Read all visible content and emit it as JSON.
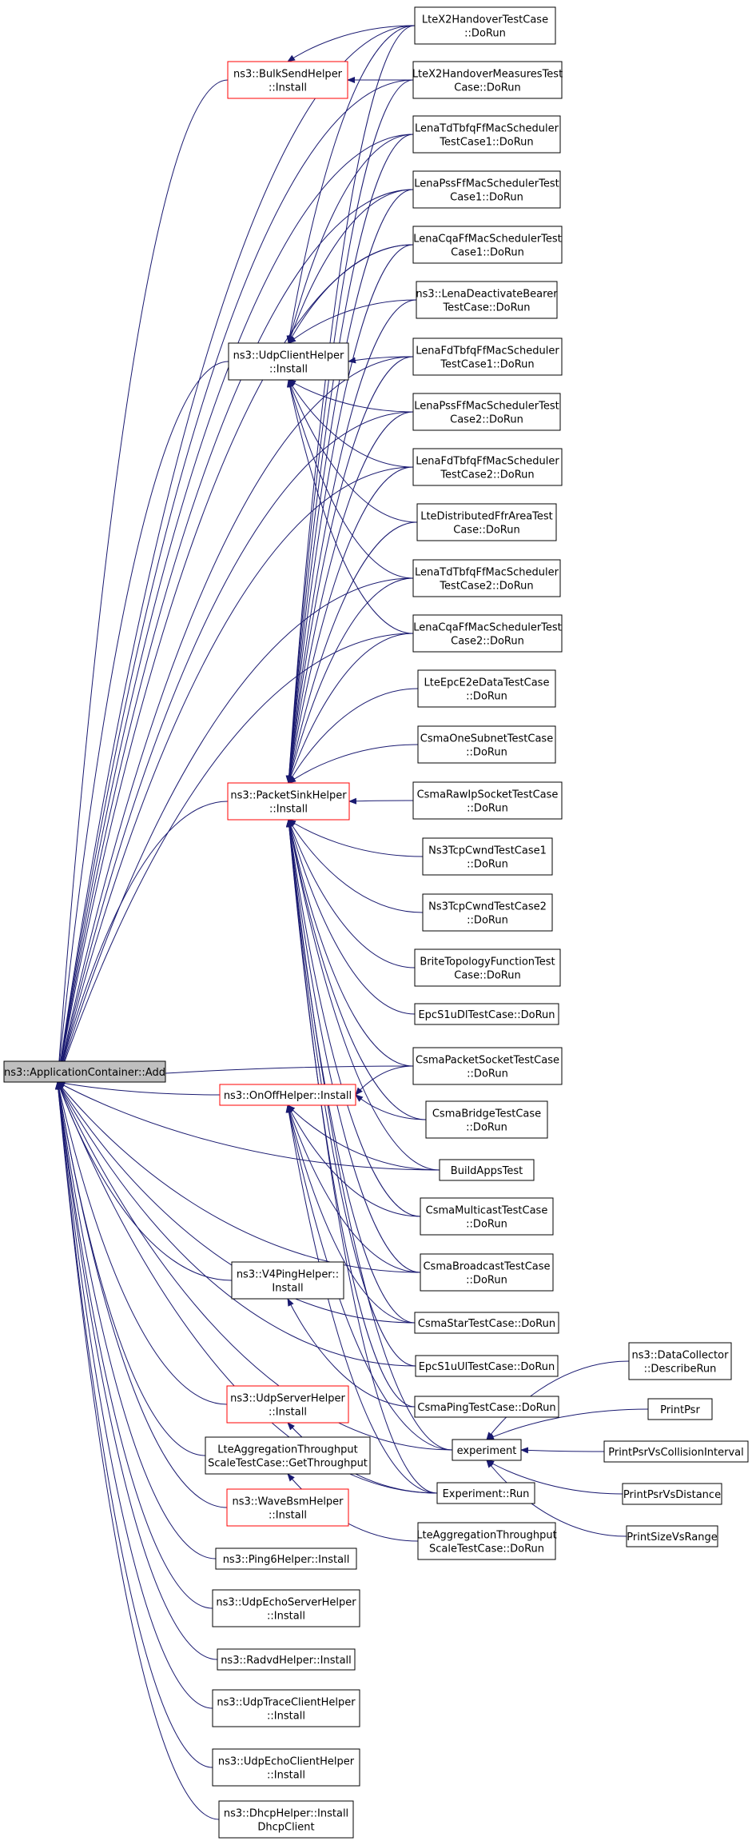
{
  "nodes": [
    {
      "id": "root",
      "lines": [
        "ns3::ApplicationContainer::Add"
      ],
      "style": "root"
    },
    {
      "id": "bulksend",
      "lines": [
        "ns3::BulkSendHelper",
        "::Install"
      ],
      "style": "red"
    },
    {
      "id": "udpclient",
      "lines": [
        "ns3::UdpClientHelper",
        "::Install"
      ],
      "style": "normal"
    },
    {
      "id": "packetsink",
      "lines": [
        "ns3::PacketSinkHelper",
        "::Install"
      ],
      "style": "red"
    },
    {
      "id": "onoff",
      "lines": [
        "ns3::OnOffHelper::Install"
      ],
      "style": "red"
    },
    {
      "id": "v4ping",
      "lines": [
        "ns3::V4PingHelper::",
        "Install"
      ],
      "style": "normal"
    },
    {
      "id": "udpserver",
      "lines": [
        "ns3::UdpServerHelper",
        "::Install"
      ],
      "style": "red"
    },
    {
      "id": "lteaggget",
      "lines": [
        "LteAggregationThroughput",
        "ScaleTestCase::GetThroughput"
      ],
      "style": "normal"
    },
    {
      "id": "wavebsm",
      "lines": [
        "ns3::WaveBsmHelper",
        "::Install"
      ],
      "style": "red"
    },
    {
      "id": "ping6",
      "lines": [
        "ns3::Ping6Helper::Install"
      ],
      "style": "normal"
    },
    {
      "id": "udpechoserver",
      "lines": [
        "ns3::UdpEchoServerHelper",
        "::Install"
      ],
      "style": "normal"
    },
    {
      "id": "radvd",
      "lines": [
        "ns3::RadvdHelper::Install"
      ],
      "style": "normal"
    },
    {
      "id": "udptrace",
      "lines": [
        "ns3::UdpTraceClientHelper",
        "::Install"
      ],
      "style": "normal"
    },
    {
      "id": "udpechoclient",
      "lines": [
        "ns3::UdpEchoClientHelper",
        "::Install"
      ],
      "style": "normal"
    },
    {
      "id": "dhcp",
      "lines": [
        "ns3::DhcpHelper::Install",
        "DhcpClient"
      ],
      "style": "normal"
    },
    {
      "id": "ltex2ho",
      "lines": [
        "LteX2HandoverTestCase",
        "::DoRun"
      ],
      "style": "normal"
    },
    {
      "id": "ltex2hom",
      "lines": [
        "LteX2HandoverMeasuresTest",
        "Case::DoRun"
      ],
      "style": "normal"
    },
    {
      "id": "lenatdtbfq1",
      "lines": [
        "LenaTdTbfqFfMacScheduler",
        "TestCase1::DoRun"
      ],
      "style": "normal"
    },
    {
      "id": "lenapss1",
      "lines": [
        "LenaPssFfMacSchedulerTest",
        "Case1::DoRun"
      ],
      "style": "normal"
    },
    {
      "id": "lenacqa1",
      "lines": [
        "LenaCqaFfMacSchedulerTest",
        "Case1::DoRun"
      ],
      "style": "normal"
    },
    {
      "id": "lenadeact",
      "lines": [
        "ns3::LenaDeactivateBearer",
        "TestCase::DoRun"
      ],
      "style": "normal"
    },
    {
      "id": "lenafdtbfq1",
      "lines": [
        "LenaFdTbfqFfMacScheduler",
        "TestCase1::DoRun"
      ],
      "style": "normal"
    },
    {
      "id": "lenapss2",
      "lines": [
        "LenaPssFfMacSchedulerTest",
        "Case2::DoRun"
      ],
      "style": "normal"
    },
    {
      "id": "lenafdtbfq2",
      "lines": [
        "LenaFdTbfqFfMacScheduler",
        "TestCase2::DoRun"
      ],
      "style": "normal"
    },
    {
      "id": "ltedistffr",
      "lines": [
        "LteDistributedFfrAreaTest",
        "Case::DoRun"
      ],
      "style": "normal"
    },
    {
      "id": "lenatdtbfq2",
      "lines": [
        "LenaTdTbfqFfMacScheduler",
        "TestCase2::DoRun"
      ],
      "style": "normal"
    },
    {
      "id": "lenacqa2",
      "lines": [
        "LenaCqaFfMacSchedulerTest",
        "Case2::DoRun"
      ],
      "style": "normal"
    },
    {
      "id": "lteepce2e",
      "lines": [
        "LteEpcE2eDataTestCase",
        "::DoRun"
      ],
      "style": "normal"
    },
    {
      "id": "csmaonesubnet",
      "lines": [
        "CsmaOneSubnetTestCase",
        "::DoRun"
      ],
      "style": "normal"
    },
    {
      "id": "csmarawip",
      "lines": [
        "CsmaRawIpSocketTestCase",
        "::DoRun"
      ],
      "style": "normal"
    },
    {
      "id": "ns3tcpcwnd1",
      "lines": [
        "Ns3TcpCwndTestCase1",
        "::DoRun"
      ],
      "style": "normal"
    },
    {
      "id": "ns3tcpcwnd2",
      "lines": [
        "Ns3TcpCwndTestCase2",
        "::DoRun"
      ],
      "style": "normal"
    },
    {
      "id": "britetopo",
      "lines": [
        "BriteTopologyFunctionTest",
        "Case::DoRun"
      ],
      "style": "normal"
    },
    {
      "id": "epcs1udl",
      "lines": [
        "EpcS1uDlTestCase::DoRun"
      ],
      "style": "normal"
    },
    {
      "id": "csmapacketsocket",
      "lines": [
        "CsmaPacketSocketTestCase",
        "::DoRun"
      ],
      "style": "normal"
    },
    {
      "id": "csmabridge",
      "lines": [
        "CsmaBridgeTestCase",
        "::DoRun"
      ],
      "style": "normal"
    },
    {
      "id": "buildapps",
      "lines": [
        "BuildAppsTest"
      ],
      "style": "normal"
    },
    {
      "id": "csmamulticast",
      "lines": [
        "CsmaMulticastTestCase",
        "::DoRun"
      ],
      "style": "normal"
    },
    {
      "id": "csmabroadcast",
      "lines": [
        "CsmaBroadcastTestCase",
        "::DoRun"
      ],
      "style": "normal"
    },
    {
      "id": "csmastar",
      "lines": [
        "CsmaStarTestCase::DoRun"
      ],
      "style": "normal"
    },
    {
      "id": "epcs1uul",
      "lines": [
        "EpcS1uUlTestCase::DoRun"
      ],
      "style": "normal"
    },
    {
      "id": "csmaping",
      "lines": [
        "CsmaPingTestCase::DoRun"
      ],
      "style": "normal"
    },
    {
      "id": "experiment",
      "lines": [
        "experiment"
      ],
      "style": "normal"
    },
    {
      "id": "experimentrun",
      "lines": [
        "Experiment::Run"
      ],
      "style": "normal"
    },
    {
      "id": "lteaggdorun",
      "lines": [
        "LteAggregationThroughput",
        "ScaleTestCase::DoRun"
      ],
      "style": "normal"
    },
    {
      "id": "datacollector",
      "lines": [
        "ns3::DataCollector",
        "::DescribeRun"
      ],
      "style": "normal"
    },
    {
      "id": "printpsr",
      "lines": [
        "PrintPsr"
      ],
      "style": "normal"
    },
    {
      "id": "printpsrvscoll",
      "lines": [
        "PrintPsrVsCollisionInterval"
      ],
      "style": "normal"
    },
    {
      "id": "printpsrvsdist",
      "lines": [
        "PrintPsrVsDistance"
      ],
      "style": "normal"
    },
    {
      "id": "printsizevsrange",
      "lines": [
        "PrintSizeVsRange"
      ],
      "style": "normal"
    }
  ],
  "edges": [
    [
      "bulksend",
      "root"
    ],
    [
      "udpclient",
      "root"
    ],
    [
      "packetsink",
      "root"
    ],
    [
      "onoff",
      "root"
    ],
    [
      "v4ping",
      "root"
    ],
    [
      "udpserver",
      "root"
    ],
    [
      "lteaggget",
      "root"
    ],
    [
      "wavebsm",
      "root"
    ],
    [
      "ping6",
      "root"
    ],
    [
      "udpechoserver",
      "root"
    ],
    [
      "radvd",
      "root"
    ],
    [
      "udptrace",
      "root"
    ],
    [
      "udpechoclient",
      "root"
    ],
    [
      "dhcp",
      "root"
    ],
    [
      "ltex2ho",
      "root"
    ],
    [
      "ltex2hom",
      "root"
    ],
    [
      "lenatdtbfq1",
      "root"
    ],
    [
      "lenapss1",
      "root"
    ],
    [
      "lenacqa1",
      "root"
    ],
    [
      "lenafdtbfq1",
      "root"
    ],
    [
      "lenapss2",
      "root"
    ],
    [
      "lenafdtbfq2",
      "root"
    ],
    [
      "lenatdtbfq2",
      "root"
    ],
    [
      "lenacqa2",
      "root"
    ],
    [
      "csmapacketsocket",
      "root"
    ],
    [
      "buildapps",
      "root"
    ],
    [
      "csmabroadcast",
      "root"
    ],
    [
      "csmastar",
      "root"
    ],
    [
      "epcs1uul",
      "root"
    ],
    [
      "experiment",
      "root"
    ],
    [
      "experimentrun",
      "root"
    ],
    [
      "ltex2ho",
      "bulksend"
    ],
    [
      "ltex2hom",
      "bulksend"
    ],
    [
      "ltex2ho",
      "udpclient"
    ],
    [
      "lenatdtbfq1",
      "udpclient"
    ],
    [
      "lenapss1",
      "udpclient"
    ],
    [
      "lenacqa1",
      "udpclient"
    ],
    [
      "lenadeact",
      "udpclient"
    ],
    [
      "lenafdtbfq1",
      "udpclient"
    ],
    [
      "lenapss2",
      "udpclient"
    ],
    [
      "lenafdtbfq2",
      "udpclient"
    ],
    [
      "ltedistffr",
      "udpclient"
    ],
    [
      "lenatdtbfq2",
      "udpclient"
    ],
    [
      "lenacqa2",
      "udpclient"
    ],
    [
      "ltex2ho",
      "packetsink"
    ],
    [
      "ltex2hom",
      "packetsink"
    ],
    [
      "lenatdtbfq1",
      "packetsink"
    ],
    [
      "lenapss1",
      "packetsink"
    ],
    [
      "lenacqa1",
      "packetsink"
    ],
    [
      "lenadeact",
      "packetsink"
    ],
    [
      "lenafdtbfq1",
      "packetsink"
    ],
    [
      "lenapss2",
      "packetsink"
    ],
    [
      "lenafdtbfq2",
      "packetsink"
    ],
    [
      "ltedistffr",
      "packetsink"
    ],
    [
      "lenatdtbfq2",
      "packetsink"
    ],
    [
      "lenacqa2",
      "packetsink"
    ],
    [
      "lteepce2e",
      "packetsink"
    ],
    [
      "csmaonesubnet",
      "packetsink"
    ],
    [
      "csmarawip",
      "packetsink"
    ],
    [
      "ns3tcpcwnd1",
      "packetsink"
    ],
    [
      "ns3tcpcwnd2",
      "packetsink"
    ],
    [
      "britetopo",
      "packetsink"
    ],
    [
      "epcs1udl",
      "packetsink"
    ],
    [
      "csmapacketsocket",
      "packetsink"
    ],
    [
      "csmabridge",
      "packetsink"
    ],
    [
      "buildapps",
      "packetsink"
    ],
    [
      "csmamulticast",
      "packetsink"
    ],
    [
      "csmabroadcast",
      "packetsink"
    ],
    [
      "csmastar",
      "packetsink"
    ],
    [
      "epcs1uul",
      "packetsink"
    ],
    [
      "csmaping",
      "packetsink"
    ],
    [
      "experiment",
      "packetsink"
    ],
    [
      "experimentrun",
      "packetsink"
    ],
    [
      "csmapacketsocket",
      "onoff"
    ],
    [
      "csmabridge",
      "onoff"
    ],
    [
      "buildapps",
      "onoff"
    ],
    [
      "csmamulticast",
      "onoff"
    ],
    [
      "csmabroadcast",
      "onoff"
    ],
    [
      "csmastar",
      "onoff"
    ],
    [
      "experiment",
      "onoff"
    ],
    [
      "experimentrun",
      "onoff"
    ],
    [
      "csmaping",
      "v4ping"
    ],
    [
      "experimentrun",
      "udpserver"
    ],
    [
      "lteaggdorun",
      "lteaggget"
    ],
    [
      "datacollector",
      "experiment"
    ],
    [
      "printpsr",
      "experiment"
    ],
    [
      "printpsrvscoll",
      "experiment"
    ],
    [
      "printpsrvsdist",
      "experiment"
    ],
    [
      "printsizevsrange",
      "experiment"
    ]
  ]
}
